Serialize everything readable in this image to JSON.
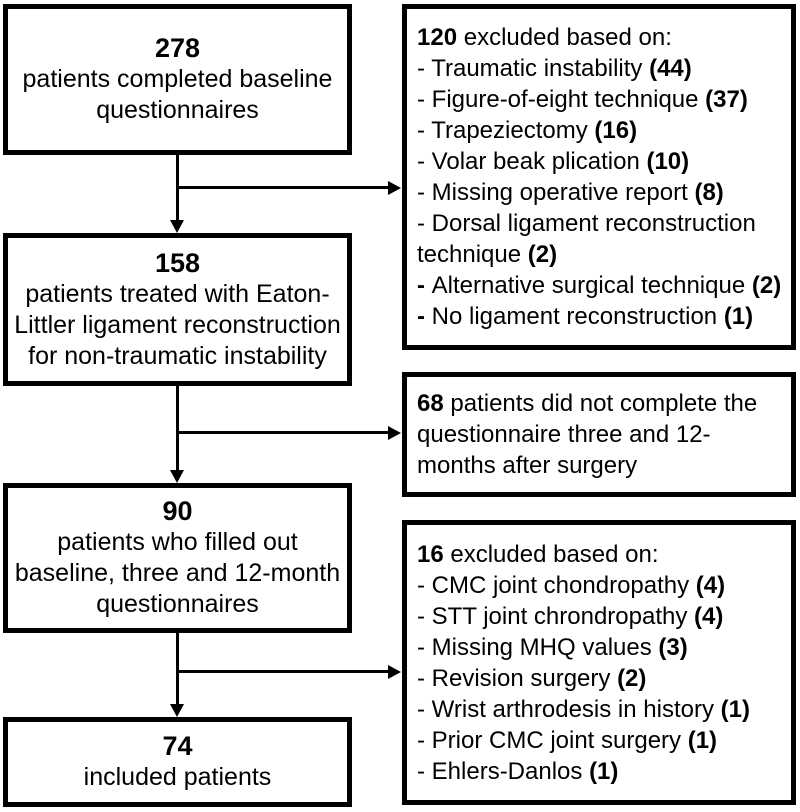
{
  "diagram": {
    "colors": {
      "border": "#000000",
      "background": "#ffffff",
      "text": "#000000"
    },
    "left_boxes": [
      {
        "number": "278",
        "lines": [
          "patients completed baseline",
          "questionnaires"
        ]
      },
      {
        "number": "158",
        "lines": [
          "patients treated with Eaton-",
          "Littler ligament reconstruction",
          "for non-traumatic instability"
        ]
      },
      {
        "number": "90",
        "lines": [
          "patients who filled out",
          "baseline, three and 12-month",
          "questionnaires"
        ]
      },
      {
        "number": "74",
        "lines": [
          "included patients"
        ]
      }
    ],
    "right_boxes": [
      {
        "lines": [
          {
            "b1": "120",
            "r": " excluded based on:"
          },
          {
            "r": "- Traumatic instability ",
            "b2": "(44)"
          },
          {
            "r": "- Figure-of-eight technique ",
            "b2": "(37)"
          },
          {
            "r": "- Trapeziectomy ",
            "b2": "(16)"
          },
          {
            "r": "- Volar beak plication ",
            "b2": "(10)"
          },
          {
            "r": "- Missing operative report ",
            "b2": "(8)"
          },
          {
            "r": "- Dorsal ligament reconstruction"
          },
          {
            "r": "technique ",
            "b2": "(2)"
          },
          {
            "b1": "- ",
            "r": "Alternative surgical technique ",
            "b2": "(2)"
          },
          {
            "b1": "- ",
            "r": "No ligament reconstruction ",
            "b2": "(1)"
          }
        ]
      },
      {
        "lines": [
          {
            "b1": "68",
            "r": " patients did not complete the"
          },
          {
            "r": "questionnaire three and 12-"
          },
          {
            "r": "months after surgery"
          }
        ]
      },
      {
        "lines": [
          {
            "b1": "16",
            "r": " excluded based on:"
          },
          {
            "r": "- CMC joint chondropathy ",
            "b2": "(4)"
          },
          {
            "r": "- STT joint chrondropathy ",
            "b2": "(4)"
          },
          {
            "r": "- Missing MHQ values ",
            "b2": "(3)"
          },
          {
            "r": "- Revision surgery ",
            "b2": "(2)"
          },
          {
            "r": "- Wrist arthrodesis in history ",
            "b2": "(1)"
          },
          {
            "r": "- Prior CMC joint surgery ",
            "b2": "(1)"
          },
          {
            "r": "- Ehlers-Danlos ",
            "b2": "(1)"
          }
        ]
      }
    ]
  }
}
